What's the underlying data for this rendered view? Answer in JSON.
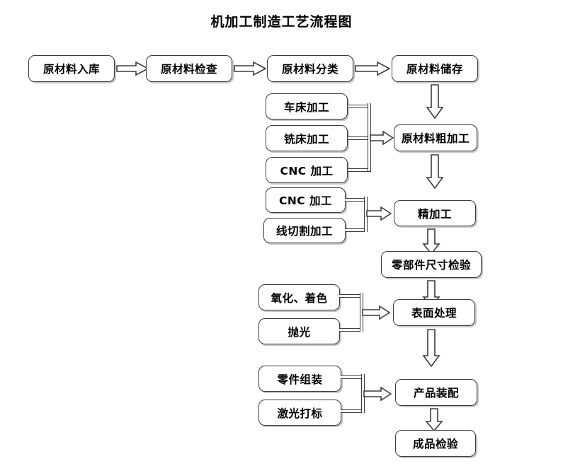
{
  "title": "机加工制造工艺流程图",
  "nodes": {
    "intake": "原材料入库",
    "inspect": "原材料检查",
    "sort": "原材料分类",
    "store": "原材料储存",
    "lathe": "车床加工",
    "mill": "铣床加工",
    "cnc1": "CNC 加工",
    "rough": "原材料粗加工",
    "cnc2": "CNC 加工",
    "wirecut": "线切割加工",
    "finish": "精加工",
    "dimcheck": "零部件尺寸检验",
    "oxidize": "氧化、着色",
    "polish": "抛光",
    "surface": "表面处理",
    "assembly_part": "零件组装",
    "laser": "激光打标",
    "product_assembly": "产品装配",
    "final_inspect": "成品检验"
  },
  "icons": {
    "arrow_right": "block-arrow-right-icon",
    "arrow_down": "block-arrow-down-icon",
    "merge_bus": "merge-bus-connector-icon"
  },
  "colors": {
    "stroke": "#3b3b3b",
    "text": "#000000",
    "background": "#ffffff",
    "shadow": "#5a5a5a"
  }
}
